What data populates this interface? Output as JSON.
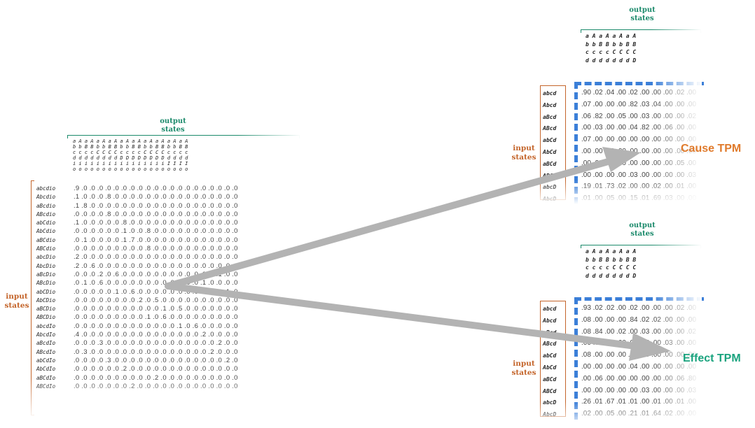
{
  "left_matrix": {
    "header_label_line1": "output",
    "header_label_line2": "states",
    "input_label_line1": "input",
    "input_label_line2": "states",
    "col_state_rows": [
      "a A a A a A a A a A a A a A a A a A a A",
      "b b B B b b B B b b B B b b B B b b B B",
      "c c c c C C C C c c c c C C C C c c c c",
      "d d d d d d d d D D D D D D D D d d d d",
      "i i i i i i i i i i i i i i i i I I I I",
      "o o o o o o o o o o o o o o o o o o o o"
    ],
    "row_states": [
      "abcdio",
      "Abcdio",
      "aBcdio",
      "ABcdio",
      "abCdio",
      "AbCdio",
      "aBCdio",
      "ABCdio",
      "abcDio",
      "AbcDio",
      "aBcDio",
      "ABcDio",
      "abCDio",
      "AbCDio",
      "aBCDio",
      "ABCDio",
      "abcdIo",
      "AbcdIo",
      "aBcdIo",
      "ABcdIo",
      "abCdIo",
      "AbCdIo",
      "aBCdIo",
      "ABCdIo"
    ],
    "values": [
      ".9 .0 .0 .0 .0 .0 .0 .0 .0 .0 .0 .0 .0 .0 .0 .0 .0 .0 .0 .0 .0",
      ".1 .0 .0 .0 .8 .0 .0 .0 .0 .0 .0 .0 .0 .0 .0 .0 .0 .0 .0 .0 .0",
      ".1 .8 .0 .0 .0 .0 .0 .0 .0 .0 .0 .0 .0 .0 .0 .0 .0 .0 .0 .0 .0",
      ".0 .0 .0 .0 .8 .0 .0 .0 .0 .0 .0 .0 .0 .0 .0 .0 .0 .0 .0 .0 .0",
      ".1 .0 .0 .0 .0 .0 .8 .0 .0 .0 .0 .0 .0 .0 .0 .0 .0 .0 .0 .0 .0",
      ".0 .0 .0 .0 .0 .0 .1 .0 .0 .8 .0 .0 .0 .0 .0 .0 .0 .0 .0 .0 .0",
      ".0 .1 .0 .0 .0 .0 .1 .7 .0 .0 .0 .0 .0 .0 .0 .0 .0 .0 .0 .0 .0",
      ".0 .0 .0 .0 .0 .0 .0 .0 .0 .8 .0 .0 .0 .0 .0 .0 .0 .0 .0 .0 .0",
      ".2 .0 .0 .0 .0 .0 .0 .0 .0 .0 .0 .0 .0 .0 .0 .0 .0 .0 .0 .0 .0",
      ".2 .0 .6 .0 .0 .0 .0 .0 .0 .0 .0 .0 .0 .0 .0 .0 .0 .0 .0 .0 .0",
      ".0 .0 .0 .2 .0 .6 .0 .0 .0 .0 .0 .0 .0 .0 .0 .0 .0 .0 .1 .0 .0",
      ".0 .1 .0 .6 .0 .0 .0 .0 .0 .0 .0 .0 .0 .0 .0 .0 .1 .0 .0 .0 .0",
      ".0 .0 .0 .0 .0 .1 .0 .6 .0 .0 .0 .0 .0 .0 .0 .0 .0 .0 .0 .1 .0",
      ".0 .0 .0 .0 .0 .0 .0 .0 .2 .0 .5 .0 .0 .0 .0 .0 .0 .0 .0 .0 .0",
      ".0 .0 .0 .0 .0 .0 .0 .0 .0 .0 .0 .1 .0 .5 .0 .0 .0 .0 .0 .0 .0",
      ".0 .0 .0 .0 .0 .0 .0 .0 .0 .1 .0 .6 .0 .0 .0 .0 .0 .0 .0 .0 .0",
      ".0 .0 .0 .0 .0 .0 .0 .0 .0 .0 .0 .0 .0 .1 .0 .6 .0 .0 .0 .0 .0",
      ".4 .0 .0 .0 .0 .0 .0 .0 .0 .0 .0 .0 .0 .0 .0 .0 .2 .0 .0 .0 .0",
      ".0 .0 .0 .3 .0 .0 .0 .0 .0 .0 .0 .0 .0 .0 .0 .0 .0 .0 .2 .0 .0",
      ".0 .3 .0 .0 .0 .0 .0 .0 .0 .0 .0 .0 .0 .0 .0 .0 .0 .2 .0 .0 .0",
      ".0 .0 .0 .0 .3 .0 .0 .0 .0 .0 .0 .0 .0 .0 .0 .0 .0 .0 .0 .2 .0",
      ".0 .0 .0 .0 .0 .0 .2 .0 .0 .0 .0 .0 .0 .0 .0 .0 .0 .0 .0 .0 .0",
      ".0 .0 .0 .0 .0 .0 .0 .0 .0 .0 .2 .0 .0 .0 .0 .0 .0 .0 .0 .0 .0",
      ".0 .0 .0 .0 .0 .0 .0 .2 .0 .0 .0 .0 .0 .0 .0 .0 .0 .0 .0 .0 .0"
    ]
  },
  "cause_tpm": {
    "name": "Cause TPM",
    "header_label_line1": "output",
    "header_label_line2": "states",
    "input_label_line1": "input",
    "input_label_line2": "states",
    "col_state_rows": [
      "a A a A a A a A",
      "b b B B b b B B",
      "c c c c C C C C",
      "d d d d d d d D"
    ],
    "row_states": [
      "abcd",
      "Abcd",
      "aBcd",
      "ABcd",
      "abCd",
      "AbCd",
      "aBCd",
      "ABCd",
      "abcD",
      "AbcD"
    ],
    "values": [
      ".90 .02 .04 .00 .02 .00 .00 .00 .02 .00",
      ".07 .00 .00 .00 .82 .03 .04 .00 .00 .00",
      ".06 .82 .00 .05 .00 .03 .00 .00 .00 .02",
      ".00 .03 .00 .00 .04 .82 .00 .06 .00 .00",
      ".07 .00 .00 .00 .00 .00 .00 .00 .00 .00",
      ".00 .00 .00 .00 .00 .00 .00 .00 .00 .00",
      ".00 .00 .00 .00 .00 .00 .00 .00 .05 .00",
      ".00 .00 .00 .00 .03 .00 .00 .00 .00 .03",
      ".19 .01 .73 .02 .00 .00 .02 .00 .01 .00",
      ".01 .00 .05 .00 .15 .01 .69 .03 .00 .00"
    ]
  },
  "effect_tpm": {
    "name": "Effect TPM",
    "header_label_line1": "output",
    "header_label_line2": "states",
    "input_label_line1": "input",
    "input_label_line2": "states",
    "col_state_rows": [
      "a A a A a A a A",
      "b b B B b b B B",
      "c c c c C C C C",
      "d d d d d d d D"
    ],
    "row_states": [
      "abcd",
      "Abcd",
      "aBcd",
      "ABcd",
      "abCd",
      "AbCd",
      "aBCd",
      "ABCd",
      "abcD",
      "AbcD"
    ],
    "values": [
      ".93 .02 .02 .00 .02 .00 .00 .00 .02 .00",
      ".08 .00 .00 .00 .84 .02 .02 .00 .00 .00",
      ".08 .84 .00 .02 .00 .03 .00 .00 .00 .02",
      ".00 .04 .00 .00 .00 .04 .00 .03 .00 .00",
      ".08 .00 .00 .00 .00 .00 .00 .00 .00 .00",
      ".00 .00 .00 .00 .04 .00 .00 .00 .00 .00",
      ".00 .06 .00 .00 .00 .00 .00 .00 .06 .80",
      ".00 .00 .00 .00 .00 .03 .00 .00 .00 .03",
      ".26 .01 .67 .01 .01 .00 .01 .00 .01 .00",
      ".02 .00 .05 .00 .21 .01 .64 .02 .00 .00"
    ]
  },
  "colors": {
    "output_green": "#1b8a6b",
    "input_orange": "#c4652b",
    "cause_orange": "#e07a2b",
    "effect_green": "#1aa37e",
    "dash_blue": "#3b7fd8",
    "arrow_gray": "#b3b3b3"
  }
}
